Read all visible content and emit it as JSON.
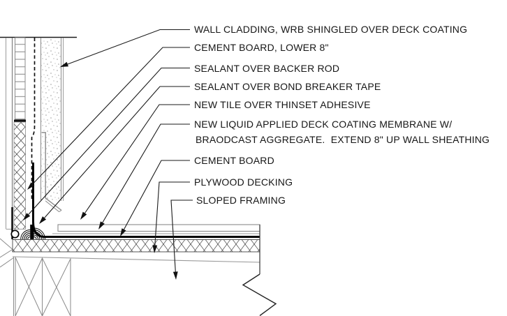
{
  "page": {
    "background": "#ffffff",
    "line_color": "#1a1a1a",
    "description": "Deck-to-wall waterproofing construction detail"
  },
  "labels": [
    {
      "id": "wall-cladding",
      "text": "WALL CLADDING, WRB SHINGLED OVER DECK COATING"
    },
    {
      "id": "cement-board-lower-8",
      "text": "CEMENT BOARD, LOWER 8\""
    },
    {
      "id": "sealant-over-backer-rod",
      "text": "SEALANT OVER BACKER ROD"
    },
    {
      "id": "sealant-over-bond-breaker",
      "text": "SEALANT OVER BOND BREAKER TAPE"
    },
    {
      "id": "new-tile",
      "text": "NEW TILE OVER THINSET ADHESIVE"
    },
    {
      "id": "membrane-line-1",
      "text": "NEW LIQUID APPLIED DECK COATING MEMBRANE W/"
    },
    {
      "id": "membrane-line-2",
      "text": "BRAODCAST AGGREGATE.  EXTEND 8\" UP WALL SHEATHING"
    },
    {
      "id": "cement-board",
      "text": "CEMENT BOARD"
    },
    {
      "id": "plywood-decking",
      "text": "PLYWOOD DECKING"
    },
    {
      "id": "sloped-framing",
      "text": "SLOPED FRAMING"
    }
  ]
}
